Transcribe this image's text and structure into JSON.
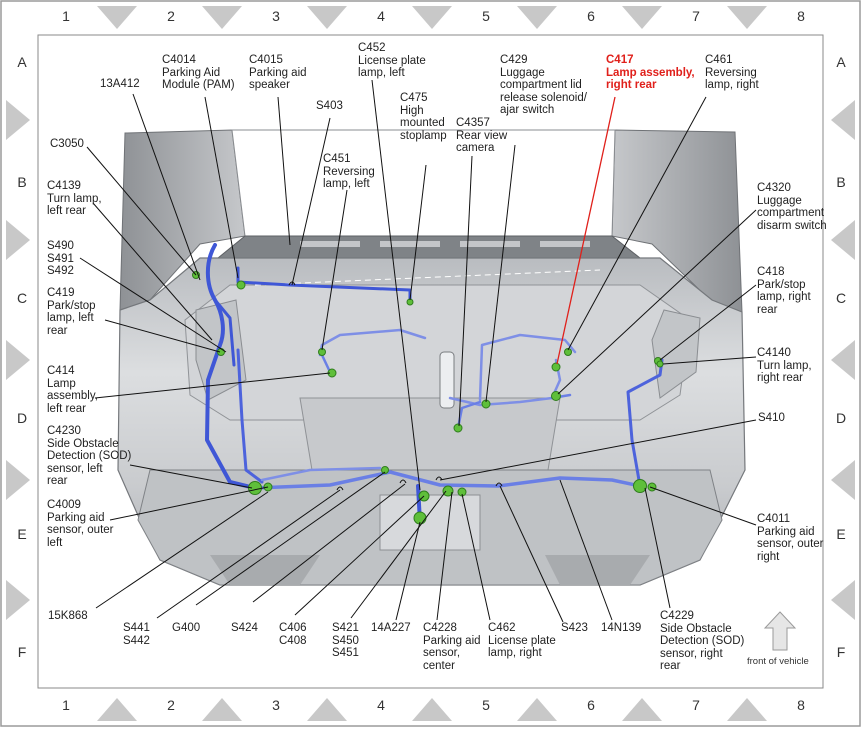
{
  "grid": {
    "columns": [
      "1",
      "2",
      "3",
      "4",
      "5",
      "6",
      "7",
      "8"
    ],
    "rows": [
      "A",
      "B",
      "C",
      "D",
      "E",
      "F"
    ]
  },
  "colors": {
    "harness": "#3f57d6",
    "harness_light": "#7e8fe6",
    "connector": "#5fbf3a",
    "highlight_text": "#e0201b",
    "highlight_leader": "#e0201b",
    "leader": "#111111",
    "frame_triangle": "#c8c8c8"
  },
  "callouts": [
    {
      "id": "13A412",
      "text": "13A412"
    },
    {
      "id": "C4014",
      "text": "C4014\nParking Aid\nModule (PAM)"
    },
    {
      "id": "C4015",
      "text": "C4015\nParking aid\nspeaker"
    },
    {
      "id": "S403",
      "text": "S403"
    },
    {
      "id": "C452",
      "text": "C452\nLicense plate\nlamp, left"
    },
    {
      "id": "C475",
      "text": "C475\nHigh\nmounted\nstoplamp"
    },
    {
      "id": "C4357",
      "text": "C4357\nRear view\ncamera"
    },
    {
      "id": "C429",
      "text": "C429\nLuggage\ncompartment lid\nrelease solenoid/\najar switch"
    },
    {
      "id": "C417",
      "text": "C417\nLamp assembly,\nright rear",
      "highlight": true
    },
    {
      "id": "C461",
      "text": "C461\nReversing\nlamp, right"
    },
    {
      "id": "C3050",
      "text": "C3050"
    },
    {
      "id": "C451",
      "text": "C451\nReversing\nlamp, left"
    },
    {
      "id": "C4139",
      "text": "C4139\nTurn lamp,\nleft rear"
    },
    {
      "id": "C4320",
      "text": "C4320\nLuggage\ncompartment\ndisarm switch"
    },
    {
      "id": "S490",
      "text": "S490\nS491\nS492"
    },
    {
      "id": "C419",
      "text": "C419\nPark/stop\nlamp, left\nrear"
    },
    {
      "id": "C418",
      "text": "C418\nPark/stop\nlamp, right\nrear"
    },
    {
      "id": "C4140",
      "text": "C4140\nTurn lamp,\nright rear"
    },
    {
      "id": "C414",
      "text": "C414\nLamp\nassembly,\nleft rear"
    },
    {
      "id": "S410",
      "text": "S410"
    },
    {
      "id": "C4230",
      "text": "C4230\nSide Obstacle\nDetection (SOD)\nsensor, left\nrear"
    },
    {
      "id": "C4009",
      "text": "C4009\nParking aid\nsensor, outer\nleft"
    },
    {
      "id": "C4011",
      "text": "C4011\nParking aid\nsensor, outer\nright"
    },
    {
      "id": "15K868",
      "text": "15K868"
    },
    {
      "id": "S441",
      "text": "S441\nS442"
    },
    {
      "id": "G400",
      "text": "G400"
    },
    {
      "id": "S424",
      "text": "S424"
    },
    {
      "id": "C406",
      "text": "C406\nC408"
    },
    {
      "id": "S421",
      "text": "S421\nS450\nS451"
    },
    {
      "id": "14A227",
      "text": "14A227"
    },
    {
      "id": "C4228",
      "text": "C4228\nParking aid\nsensor,\ncenter"
    },
    {
      "id": "C462",
      "text": "C462\nLicense plate\nlamp, right"
    },
    {
      "id": "S423",
      "text": "S423"
    },
    {
      "id": "14N139",
      "text": "14N139"
    },
    {
      "id": "C4229",
      "text": "C4229\nSide Obstacle\nDetection (SOD)\nsensor, right\nrear"
    }
  ],
  "orientation": {
    "label": "front of vehicle",
    "icon": "up-arrow-icon"
  }
}
